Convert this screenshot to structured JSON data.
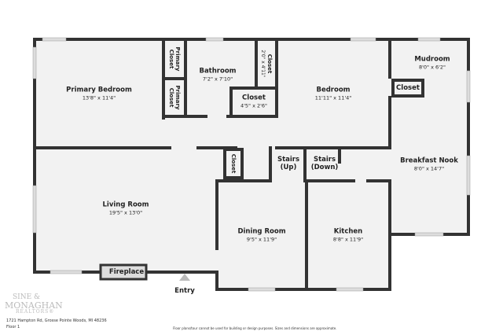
{
  "rooms": {
    "primary_bedroom": {
      "name": "Primary Bedroom",
      "dims": "13'8\" x 11'4\""
    },
    "primary_closet_1": {
      "name": "Primary Closet"
    },
    "primary_closet_2": {
      "name": "Primary Closet"
    },
    "bathroom": {
      "name": "Bathroom",
      "dims": "7'2\" x 7'10\""
    },
    "closet_vertical": {
      "name": "Closet",
      "dims": "2'0\" x 4'11\""
    },
    "closet_bath": {
      "name": "Closet",
      "dims": "4'5\" x 2'6\""
    },
    "bedroom": {
      "name": "Bedroom",
      "dims": "11'11\" x 11'4\""
    },
    "mudroom": {
      "name": "Mudroom",
      "dims": "8'0\" x 6'2\""
    },
    "mudroom_closet": {
      "name": "Closet"
    },
    "breakfast_nook": {
      "name": "Breakfast Nook",
      "dims": "8'0\" x 14'7\""
    },
    "hall_closet": {
      "name": "Closet"
    },
    "stairs_up": {
      "name": "Stairs (Up)"
    },
    "stairs_down": {
      "name": "Stairs (Down)"
    },
    "living_room": {
      "name": "Living Room",
      "dims": "19'5\" x 13'0\""
    },
    "dining_room": {
      "name": "Dining Room",
      "dims": "9'5\" x 11'9\""
    },
    "kitchen": {
      "name": "Kitchen",
      "dims": "8'8\" x 11'9\""
    },
    "fireplace": {
      "name": "Fireplace"
    }
  },
  "entry_label": "Entry",
  "footer": {
    "address": "1721 Hampton Rd, Grosse Pointe Woods, MI 48236",
    "floor": "Floor 1",
    "disclaimer": "Floor plans/tour cannot be used for building or design purposes. Sizes and dimensions are approximate."
  },
  "logo": {
    "line1": "SINE &",
    "line2": "MONAGHAN",
    "line3": "REALTORS®"
  },
  "colors": {
    "wall": "#333333",
    "floor": "#f2f2f2",
    "window": "#cccccc"
  }
}
